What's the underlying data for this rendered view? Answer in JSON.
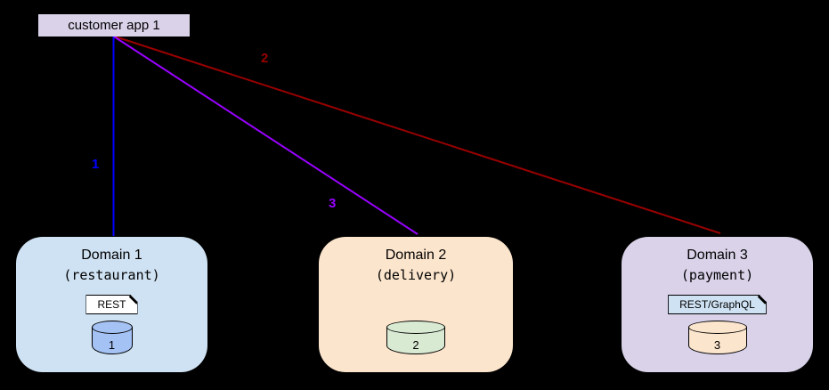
{
  "canvas": {
    "background": "#000000"
  },
  "app_node": {
    "label": "customer app 1",
    "fill": "#d9d2e9"
  },
  "edges": [
    {
      "label": "1",
      "color": "#0000ff",
      "from": "customer app 1",
      "to": "Domain 1"
    },
    {
      "label": "2",
      "color": "#990000",
      "from": "customer app 1",
      "to": "Domain 3"
    },
    {
      "label": "3",
      "color": "#9900ff",
      "from": "customer app 1",
      "to": "Domain 2"
    }
  ],
  "domains": [
    {
      "title": "Domain 1",
      "subtitle": "(restaurant)",
      "api_tag": "REST",
      "tag_fill": "#ffffff",
      "fill": "#cfe2f3",
      "db": {
        "label": "1",
        "fill": "#a4c2f4"
      }
    },
    {
      "title": "Domain 2",
      "subtitle": "(delivery)",
      "api_tag": "",
      "fill": "#fce5cd",
      "db": {
        "label": "2",
        "fill": "#d9ead3"
      }
    },
    {
      "title": "Domain 3",
      "subtitle": "(payment)",
      "api_tag": "REST/GraphQL",
      "tag_fill": "#cfe2f3",
      "fill": "#d9d2e9",
      "db": {
        "label": "3",
        "fill": "#fce5cd"
      }
    }
  ]
}
